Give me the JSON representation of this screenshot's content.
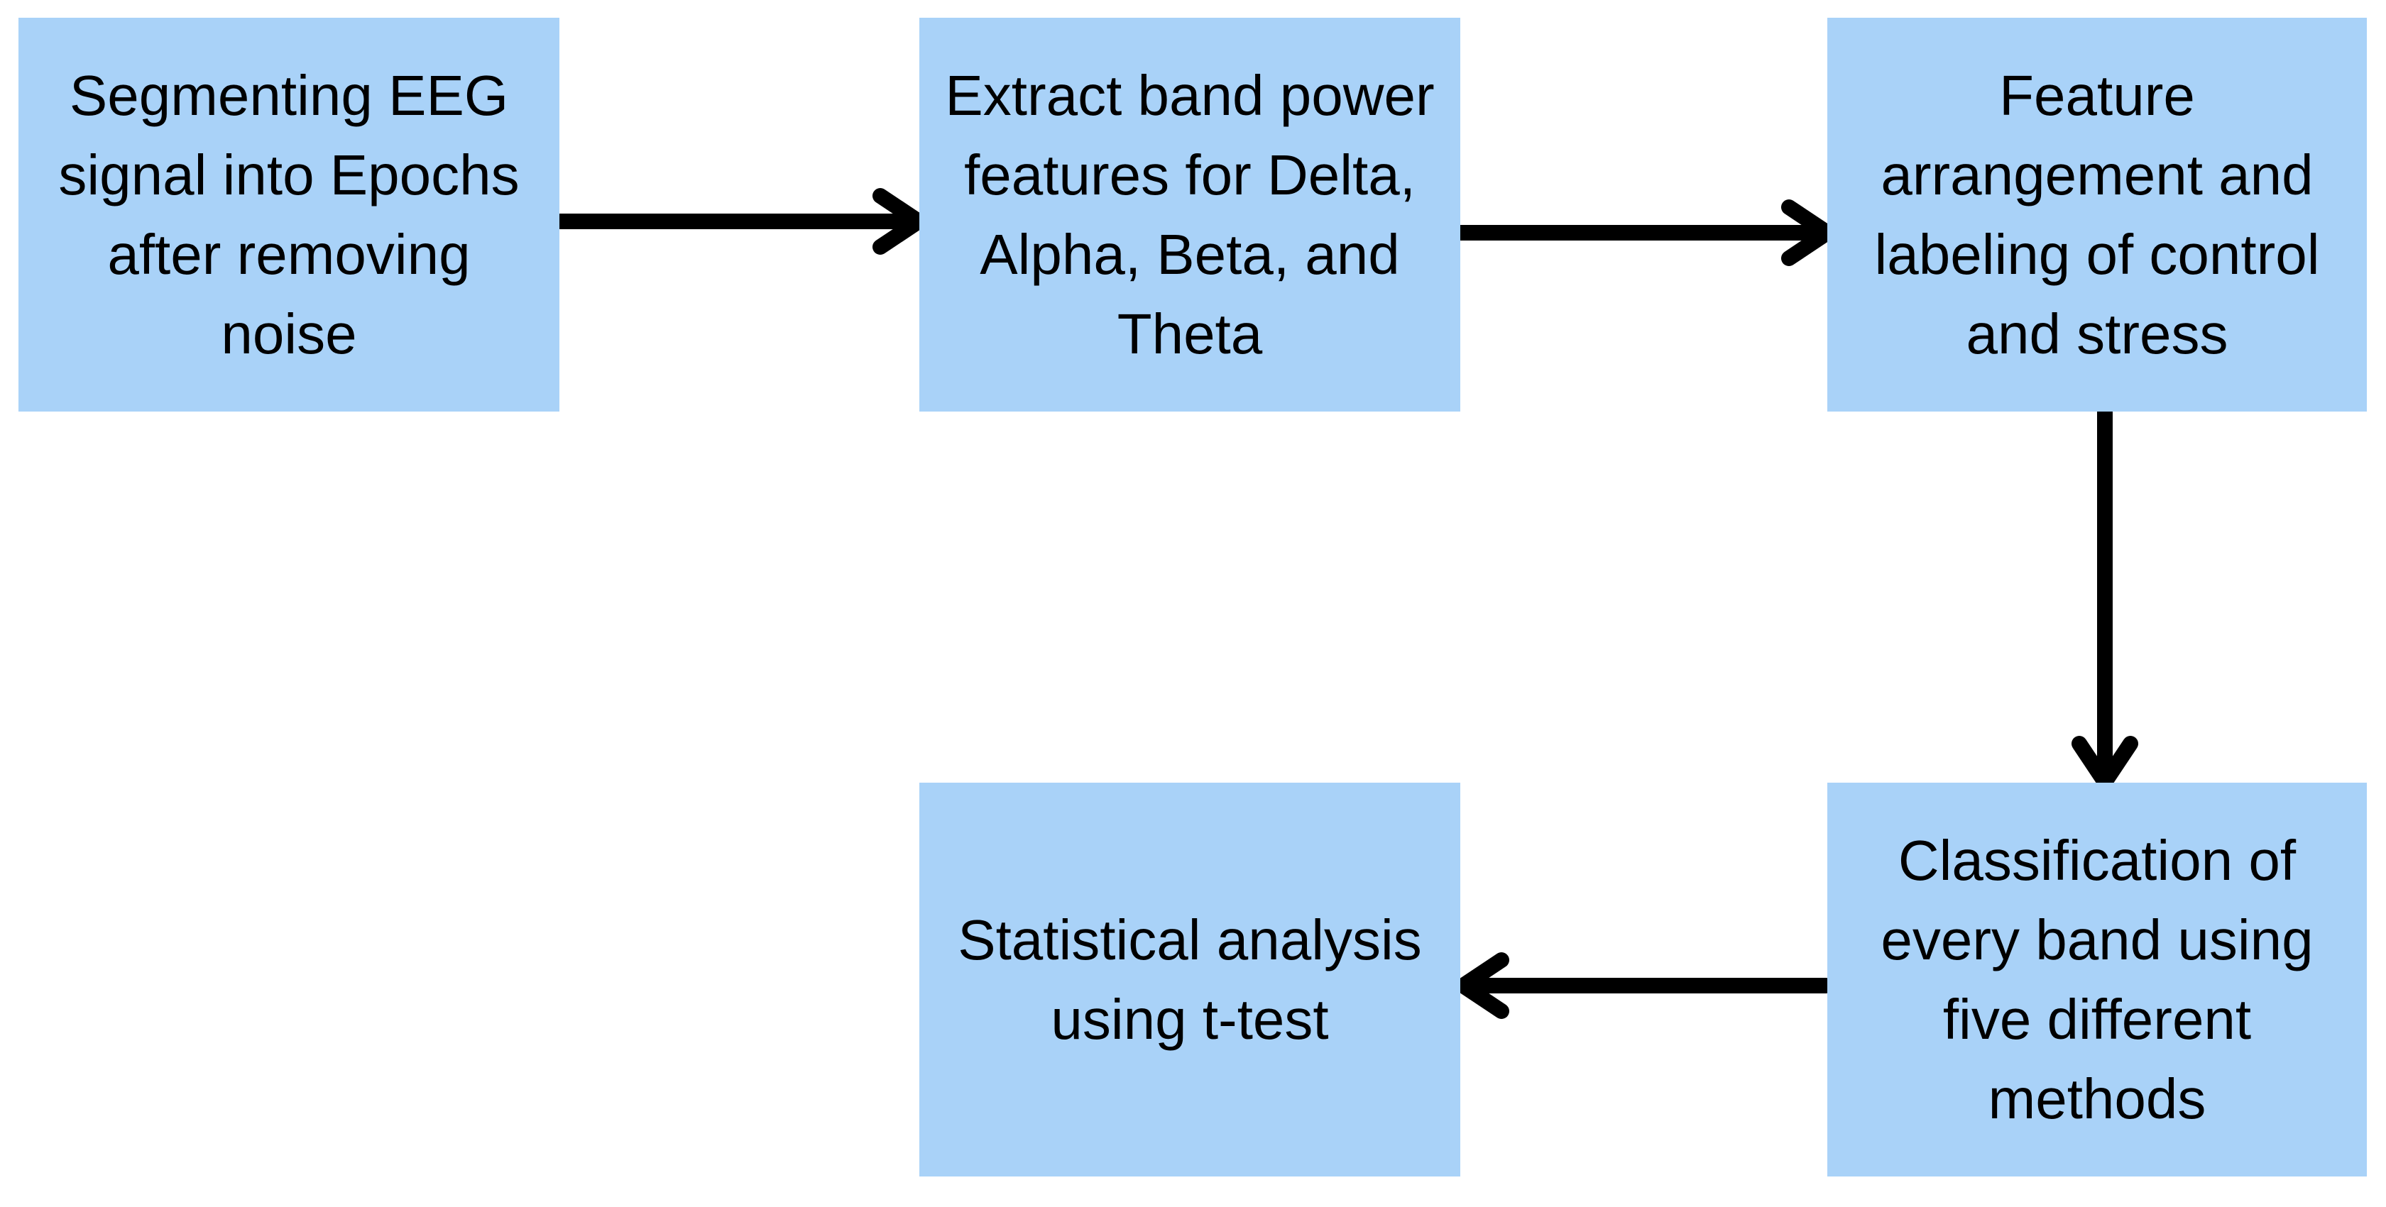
{
  "diagram": {
    "background_color": "#FFFFFF",
    "node_fill_color": "#A9D2F8",
    "text_color": "#000000",
    "arrow_color": "#000000",
    "nodes": [
      {
        "id": "segment",
        "label": "Segmenting EEG\nsignal into Epochs\nafter removing\nnoise"
      },
      {
        "id": "extract",
        "label": "Extract band power\nfeatures for Delta,\nAlpha, Beta, and\nTheta"
      },
      {
        "id": "arrange",
        "label": "Feature\narrangement and\nlabeling of control\nand stress"
      },
      {
        "id": "classify",
        "label": "Classification of\nevery band using\nfive different\nmethods"
      },
      {
        "id": "stats",
        "label": "Statistical analysis\nusing t-test"
      }
    ],
    "edges": [
      {
        "from": "segment",
        "to": "extract",
        "direction": "right"
      },
      {
        "from": "extract",
        "to": "arrange",
        "direction": "right"
      },
      {
        "from": "arrange",
        "to": "classify",
        "direction": "down"
      },
      {
        "from": "classify",
        "to": "stats",
        "direction": "left"
      }
    ]
  }
}
